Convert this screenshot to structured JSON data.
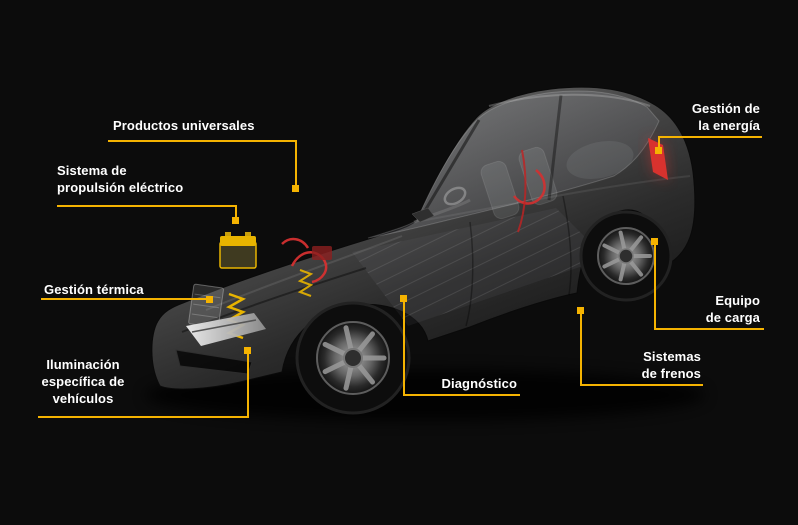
{
  "diagram": {
    "labels": {
      "productos_universales": "Productos universales",
      "sistema_propulsion": "Sistema de\npropulsión eléctrico",
      "gestion_termica": "Gestión térmica",
      "iluminacion": "Iluminación\nespecífica de\nvehículos",
      "diagnostico": "Diagnóstico",
      "gestion_energia": "Gestión de\nla energía",
      "equipo_carga": "Equipo\nde carga",
      "sistemas_frenos": "Sistemas\nde frenos"
    },
    "colors": {
      "background": "#0c0c0c",
      "accent": "#f5b301",
      "text": "#ffffff",
      "highlight_red": "#d43030"
    },
    "illustration": "transparent-electric-car-three-quarter-view"
  }
}
